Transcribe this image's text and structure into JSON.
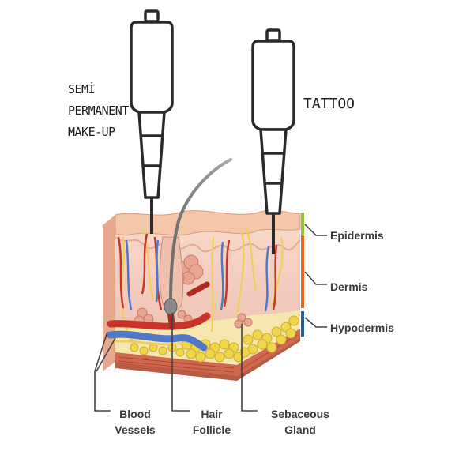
{
  "needle_labels": {
    "semi_permanent": [
      "SEMİ",
      "PERMANENT",
      "MAKE-UP"
    ],
    "tattoo": "TATTOO"
  },
  "skin_layers": [
    {
      "name": "Epidermis",
      "color": "#8cc43c"
    },
    {
      "name": "Dermis",
      "color": "#e2691e"
    },
    {
      "name": "Hypodermis",
      "color": "#1f5fa0"
    }
  ],
  "structures": {
    "blood_vessels": [
      "Blood",
      "Vessels"
    ],
    "hair_follicle": [
      "Hair",
      "Follicle"
    ],
    "sebaceous_gland": [
      "Sebaceous",
      "Gland"
    ]
  },
  "colors": {
    "skin_surface": "#f3c7a8",
    "dermis": "#f6d3c8",
    "fat": "#f2d64a",
    "artery": "#c8342a",
    "vein": "#4f79c8",
    "nerve": "#f0d56a",
    "needle_outline": "#2a2a2a"
  }
}
